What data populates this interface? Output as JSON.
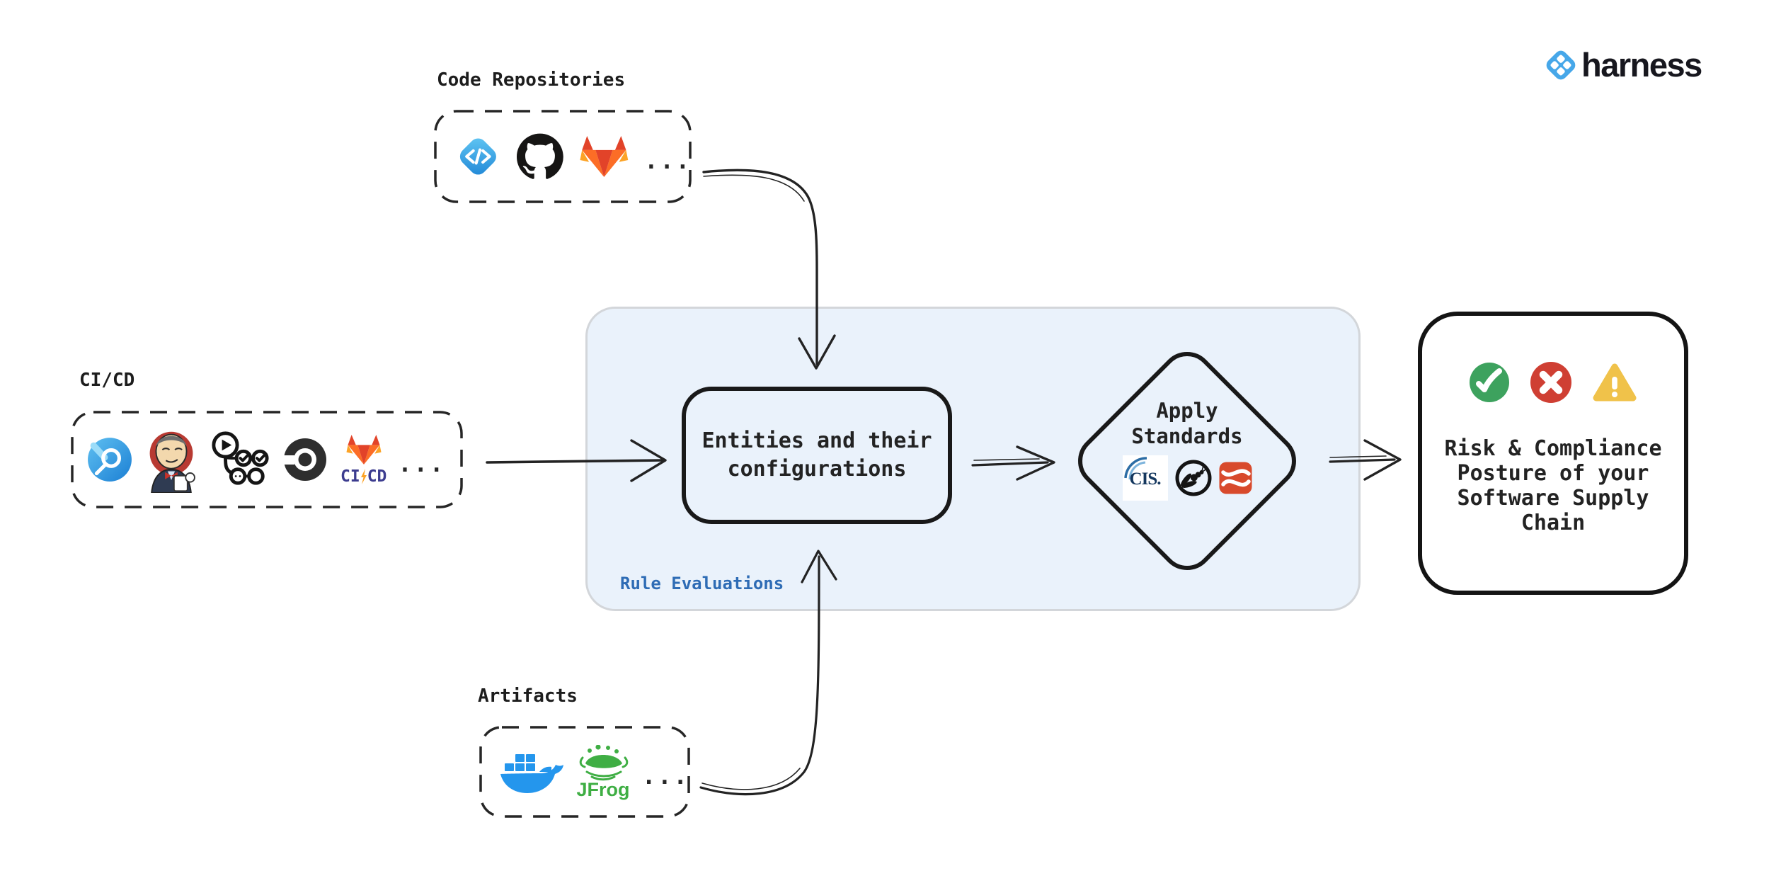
{
  "brand": {
    "name": "harness"
  },
  "sources": {
    "code_repositories": {
      "label": "Code Repositories",
      "more": "...",
      "icon_names": [
        "harness-code-icon",
        "github-icon",
        "gitlab-icon"
      ]
    },
    "cicd": {
      "label": "CI/CD",
      "more": "...",
      "gitlab_ci": {
        "left": "CI",
        "right": "CD"
      },
      "icon_names": [
        "harness-pipeline-icon",
        "jenkins-icon",
        "github-actions-icon",
        "circleci-icon",
        "gitlab-cicd-icon"
      ]
    },
    "artifacts": {
      "label": "Artifacts",
      "more": "...",
      "jfrog_label": "JFrog",
      "icon_names": [
        "docker-icon",
        "jfrog-icon"
      ]
    }
  },
  "panel": {
    "label": "Rule Evaluations"
  },
  "entities": {
    "line1": "Entities and their",
    "line2": "configurations"
  },
  "diamond": {
    "line1": "Apply",
    "line2": "Standards"
  },
  "standards": {
    "cis_label": "CIS.",
    "icon_names": [
      "cis-icon",
      "owasp-icon",
      "supply-chain-standard-icon"
    ]
  },
  "outcome": {
    "lines": [
      "Risk & Compliance",
      "Posture of your",
      "Software Supply",
      "Chain"
    ],
    "icon_names": [
      "success-check-icon",
      "error-x-icon",
      "warning-icon"
    ]
  },
  "colors": {
    "panel_fill": "#eaf2fb",
    "rule_label_blue": "#2e6cb5",
    "success_green": "#3da25e",
    "error_red": "#cf3f33",
    "warning_yellow": "#f0c24a",
    "docker_blue": "#2496ed",
    "jfrog_green": "#3fae44",
    "harness_blue": "#46a7e9",
    "ink": "#1e1e1e"
  }
}
